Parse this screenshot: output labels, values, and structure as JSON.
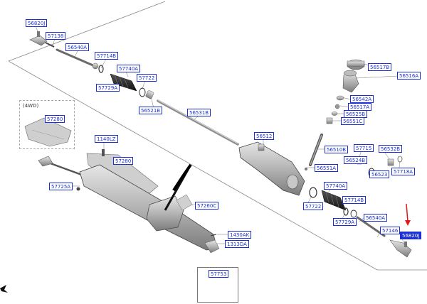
{
  "inset": {
    "label": "(4WD)"
  },
  "parts": [
    {
      "id": "p1",
      "text": "56820J"
    },
    {
      "id": "p2",
      "text": "57138"
    },
    {
      "id": "p3",
      "text": "56540A"
    },
    {
      "id": "p4",
      "text": "57714B"
    },
    {
      "id": "p5",
      "text": "57740A"
    },
    {
      "id": "p6",
      "text": "57729A"
    },
    {
      "id": "p7",
      "text": "57722"
    },
    {
      "id": "p8",
      "text": "56521B"
    },
    {
      "id": "p9",
      "text": "56531B"
    },
    {
      "id": "p10",
      "text": "56517B"
    },
    {
      "id": "p11",
      "text": "56516A"
    },
    {
      "id": "p12",
      "text": "56542A"
    },
    {
      "id": "p13",
      "text": "56517A"
    },
    {
      "id": "p14",
      "text": "56525B"
    },
    {
      "id": "p15",
      "text": "56551C"
    },
    {
      "id": "p16",
      "text": "56512"
    },
    {
      "id": "p17",
      "text": "56510B"
    },
    {
      "id": "p18",
      "text": "57715"
    },
    {
      "id": "p19",
      "text": "56524B"
    },
    {
      "id": "p20",
      "text": "56532B"
    },
    {
      "id": "p21",
      "text": "56523"
    },
    {
      "id": "p22",
      "text": "57718A"
    },
    {
      "id": "p23",
      "text": "56551A"
    },
    {
      "id": "p24",
      "text": "57280"
    },
    {
      "id": "p25",
      "text": "1140LZ"
    },
    {
      "id": "p26",
      "text": "57280"
    },
    {
      "id": "p27",
      "text": "57725A"
    },
    {
      "id": "p28",
      "text": "57260C"
    },
    {
      "id": "p29",
      "text": "57740A"
    },
    {
      "id": "p30",
      "text": "57722"
    },
    {
      "id": "p31",
      "text": "57714B"
    },
    {
      "id": "p32",
      "text": "57729A"
    },
    {
      "id": "p33",
      "text": "56540A"
    },
    {
      "id": "p34",
      "text": "57146"
    },
    {
      "id": "p35",
      "text": "56820J"
    },
    {
      "id": "p36",
      "text": "1430AK"
    },
    {
      "id": "p37",
      "text": "1313DA"
    },
    {
      "id": "p38",
      "text": "57753"
    }
  ],
  "highlighted_part": "p35",
  "colors": {
    "label": "#1a2fd6",
    "arrow": "#e01818",
    "line": "#555555"
  }
}
